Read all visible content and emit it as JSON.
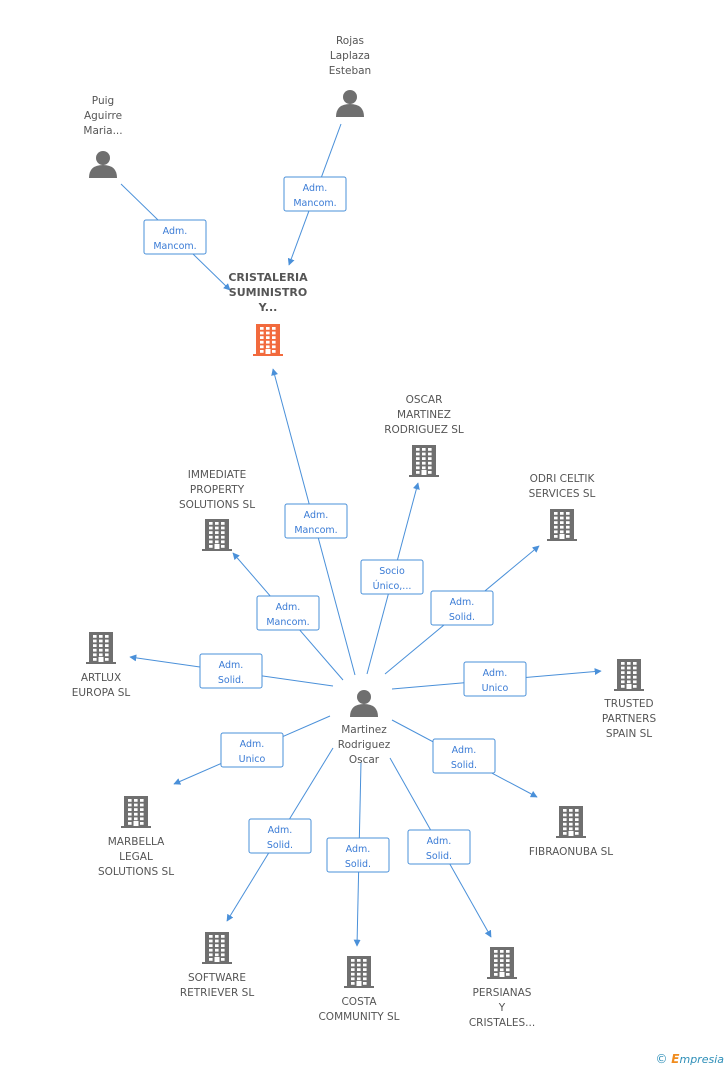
{
  "nodes": {
    "center_company": {
      "lines": [
        "CRISTALERIA",
        "SUMINISTRO",
        "Y..."
      ],
      "kind": "company-main"
    },
    "rojas": {
      "lines": [
        "Rojas",
        "Laplaza",
        "Esteban"
      ],
      "kind": "person"
    },
    "puig": {
      "lines": [
        "Puig",
        "Aguirre",
        "Maria..."
      ],
      "kind": "person"
    },
    "martinez": {
      "lines": [
        "Martinez",
        "Rodriguez",
        "Oscar"
      ],
      "kind": "person"
    },
    "oscar_sl": {
      "lines": [
        "OSCAR",
        "MARTINEZ",
        "RODRIGUEZ SL"
      ],
      "kind": "company"
    },
    "odri": {
      "lines": [
        "ODRI CELTIK",
        "SERVICES  SL"
      ],
      "kind": "company"
    },
    "immediate": {
      "lines": [
        "IMMEDIATE",
        "PROPERTY",
        "SOLUTIONS SL"
      ],
      "kind": "company"
    },
    "artlux": {
      "lines": [
        "ARTLUX",
        "EUROPA SL"
      ],
      "kind": "company"
    },
    "trusted": {
      "lines": [
        "TRUSTED",
        "PARTNERS",
        "SPAIN  SL"
      ],
      "kind": "company"
    },
    "marbella": {
      "lines": [
        "MARBELLA",
        "LEGAL",
        "SOLUTIONS  SL"
      ],
      "kind": "company"
    },
    "fibraonuba": {
      "lines": [
        "FIBRAONUBA SL"
      ],
      "kind": "company"
    },
    "software": {
      "lines": [
        "SOFTWARE",
        "RETRIEVER  SL"
      ],
      "kind": "company"
    },
    "costa": {
      "lines": [
        "COSTA",
        "COMMUNITY SL"
      ],
      "kind": "company"
    },
    "persianas": {
      "lines": [
        "PERSIANAS",
        "Y",
        "CRISTALES..."
      ],
      "kind": "company"
    }
  },
  "edges": [
    {
      "id": "puig-center",
      "label": [
        "Adm.",
        "Mancom."
      ]
    },
    {
      "id": "rojas-center",
      "label": [
        "Adm.",
        "Mancom."
      ]
    },
    {
      "id": "martinez-center",
      "label": [
        "Adm.",
        "Mancom."
      ]
    },
    {
      "id": "martinez-immediate",
      "label": [
        "Adm.",
        "Mancom."
      ]
    },
    {
      "id": "martinez-oscar",
      "label": [
        "Socio",
        "Único,..."
      ]
    },
    {
      "id": "martinez-odri",
      "label": [
        "Adm.",
        "Solid."
      ]
    },
    {
      "id": "martinez-artlux",
      "label": [
        "Adm.",
        "Solid."
      ]
    },
    {
      "id": "martinez-trusted",
      "label": [
        "Adm.",
        "Unico"
      ]
    },
    {
      "id": "martinez-marbella",
      "label": [
        "Adm.",
        "Unico"
      ]
    },
    {
      "id": "martinez-fibraonuba",
      "label": [
        "Adm.",
        "Solid."
      ]
    },
    {
      "id": "martinez-software",
      "label": [
        "Adm.",
        "Solid."
      ]
    },
    {
      "id": "martinez-costa",
      "label": [
        "Adm.",
        "Solid."
      ]
    },
    {
      "id": "martinez-persianas",
      "label": [
        "Adm.",
        "Solid."
      ]
    }
  ],
  "footer": {
    "copyright_symbol": "©",
    "brand_initial": "E",
    "brand_rest": "mpresia"
  },
  "colors": {
    "edge": "#4a90d9",
    "icon": "#6f6f6f",
    "main_company": "#f26a3d",
    "text": "#555555"
  }
}
